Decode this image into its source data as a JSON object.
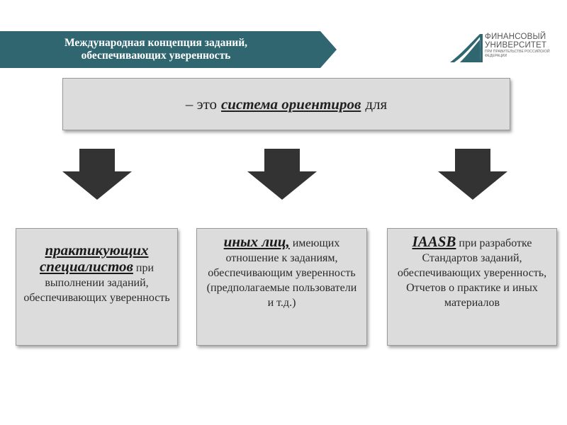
{
  "header": {
    "title_line1": "Международная концепция заданий,",
    "title_line2": "обеспечивающих уверенность",
    "banner_color": "#2f6670"
  },
  "logo": {
    "line1": "ФИНАНСОВЫЙ",
    "line2": "УНИВЕРСИТЕТ",
    "small": "ПРИ ПРАВИТЕЛЬСТВЕ РОССИЙСКОЙ ФЕДЕРАЦИИ"
  },
  "top_box": {
    "prefix": "– это",
    "emphasis": "система ориентиров",
    "suffix": "для"
  },
  "boxes": [
    {
      "highlight": "практикующих специалистов",
      "text": "при выполнении заданий, обеспечивающих уверенность"
    },
    {
      "highlight": "иных лиц,",
      "text": "имеющих отношение к заданиям, обеспечивающим уверенность (предполагаемые пользователи и т.д.)"
    },
    {
      "highlight": "IAASB",
      "text": "при разработке Стандартов заданий, обеспечивающих уверенность, Отчетов о практике и иных материалов"
    }
  ],
  "colors": {
    "arrow": "#333333",
    "box_fill": "#dcdcdc"
  }
}
